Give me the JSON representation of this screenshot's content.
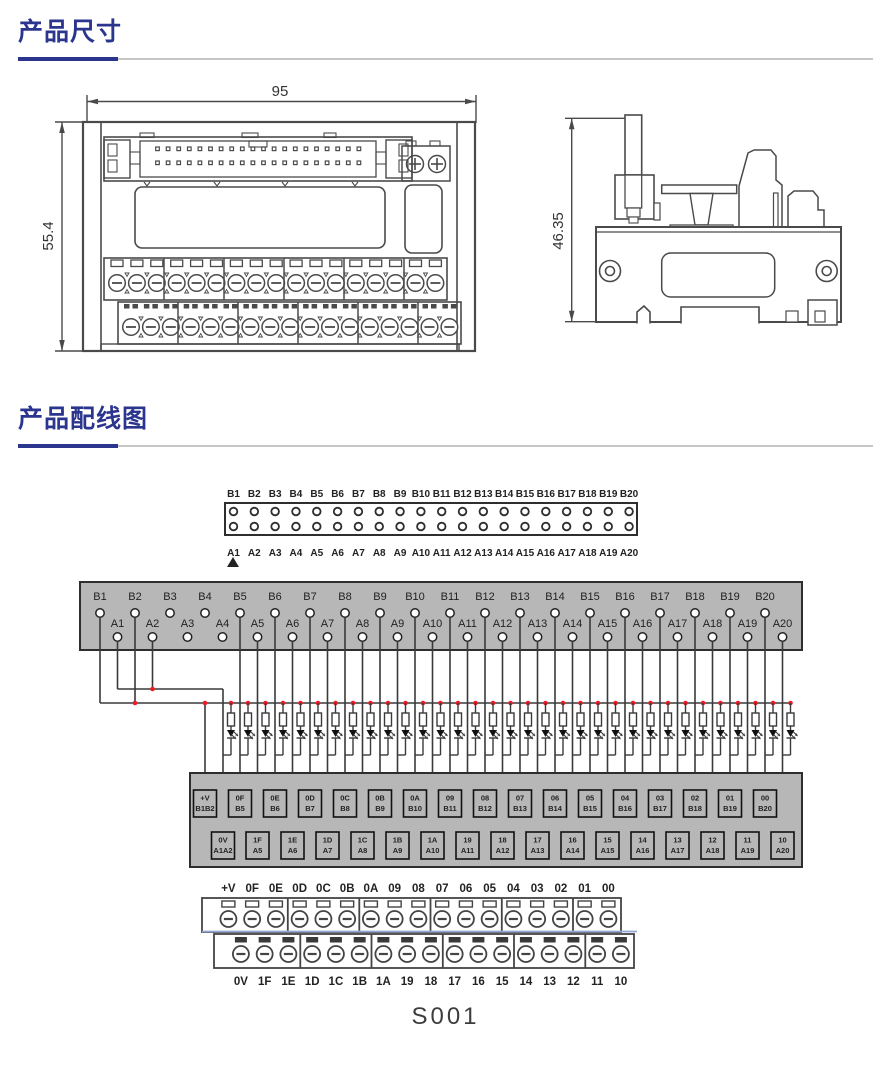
{
  "sections": {
    "dimensions_title": "产品尺寸",
    "wiring_title": "产品配线图"
  },
  "front_view": {
    "width_dim": "95",
    "height_dim": "55.4"
  },
  "side_view": {
    "height_dim": "46.35"
  },
  "pin_rows": {
    "b": [
      "B1",
      "B2",
      "B3",
      "B4",
      "B5",
      "B6",
      "B7",
      "B8",
      "B9",
      "B10",
      "B11",
      "B12",
      "B13",
      "B14",
      "B15",
      "B16",
      "B17",
      "B18",
      "B19",
      "B20"
    ],
    "a": [
      "A1",
      "A2",
      "A3",
      "A4",
      "A5",
      "A6",
      "A7",
      "A8",
      "A9",
      "A10",
      "A11",
      "A12",
      "A13",
      "A14",
      "A15",
      "A16",
      "A17",
      "A18",
      "A19",
      "A20"
    ]
  },
  "block": {
    "top_boxes": [
      {
        "code": "+V",
        "pin": "B1B2"
      },
      {
        "code": "0F",
        "pin": "B5"
      },
      {
        "code": "0E",
        "pin": "B6"
      },
      {
        "code": "0D",
        "pin": "B7"
      },
      {
        "code": "0C",
        "pin": "B8"
      },
      {
        "code": "0B",
        "pin": "B9"
      },
      {
        "code": "0A",
        "pin": "B10"
      },
      {
        "code": "09",
        "pin": "B11"
      },
      {
        "code": "08",
        "pin": "B12"
      },
      {
        "code": "07",
        "pin": "B13"
      },
      {
        "code": "06",
        "pin": "B14"
      },
      {
        "code": "05",
        "pin": "B15"
      },
      {
        "code": "04",
        "pin": "B16"
      },
      {
        "code": "03",
        "pin": "B17"
      },
      {
        "code": "02",
        "pin": "B18"
      },
      {
        "code": "01",
        "pin": "B19"
      },
      {
        "code": "00",
        "pin": "B20"
      }
    ],
    "bottom_boxes": [
      {
        "code": "0V",
        "pin": "A1A2"
      },
      {
        "code": "1F",
        "pin": "A5"
      },
      {
        "code": "1E",
        "pin": "A6"
      },
      {
        "code": "1D",
        "pin": "A7"
      },
      {
        "code": "1C",
        "pin": "A8"
      },
      {
        "code": "1B",
        "pin": "A9"
      },
      {
        "code": "1A",
        "pin": "A10"
      },
      {
        "code": "19",
        "pin": "A11"
      },
      {
        "code": "18",
        "pin": "A12"
      },
      {
        "code": "17",
        "pin": "A13"
      },
      {
        "code": "16",
        "pin": "A14"
      },
      {
        "code": "15",
        "pin": "A15"
      },
      {
        "code": "14",
        "pin": "A16"
      },
      {
        "code": "13",
        "pin": "A17"
      },
      {
        "code": "12",
        "pin": "A18"
      },
      {
        "code": "11",
        "pin": "A19"
      },
      {
        "code": "10",
        "pin": "A20"
      }
    ]
  },
  "terminal_strip": {
    "top_labels": [
      "+V",
      "0F",
      "0E",
      "0D",
      "0C",
      "0B",
      "0A",
      "09",
      "08",
      "07",
      "06",
      "05",
      "04",
      "03",
      "02",
      "01",
      "00"
    ],
    "bottom_labels": [
      "0V",
      "1F",
      "1E",
      "1D",
      "1C",
      "1B",
      "1A",
      "19",
      "18",
      "17",
      "16",
      "15",
      "14",
      "13",
      "12",
      "11",
      "10"
    ]
  },
  "model": "S001",
  "colors": {
    "accent": "#2c358e",
    "board_gray": "#b7b7b7",
    "junction_red": "#ed1c24",
    "line": "#3a3a3a",
    "blue_line": "#93a7d4"
  }
}
